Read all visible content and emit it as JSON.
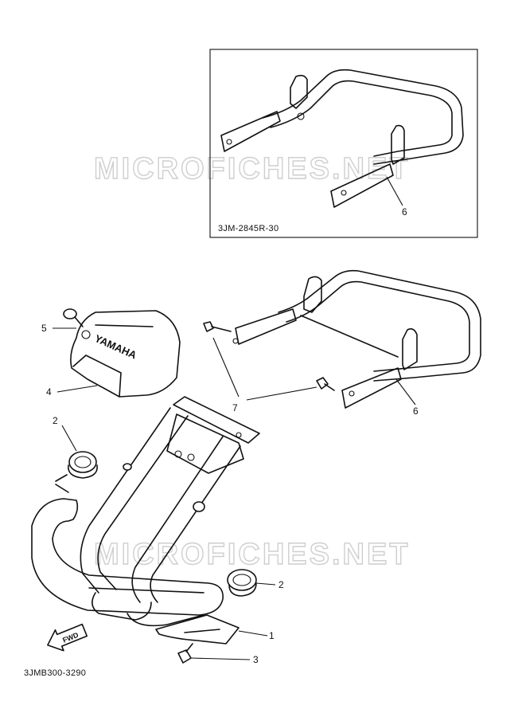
{
  "watermark": "MICROFICHES.NET",
  "inset": {
    "code": "3JM-2845R-30",
    "callout": "6"
  },
  "diagram_code": "3JMB300-3290",
  "cover_logo": "YAMAHA",
  "fwd_label": "FWD",
  "callouts": {
    "c1": "1",
    "c2a": "2",
    "c2b": "2",
    "c3": "3",
    "c4": "4",
    "c5": "5",
    "c6": "6",
    "c7": "7"
  }
}
